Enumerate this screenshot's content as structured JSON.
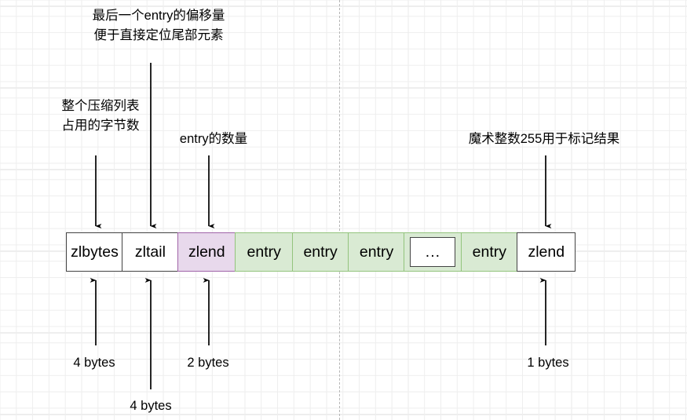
{
  "diagram": {
    "title": "ziplist structure diagram",
    "colors": {
      "entry_fill": "#d9ead3",
      "entry_border": "#93c47d",
      "zlend_fill": "#e8d9ec",
      "zlend_border": "#a064a8",
      "plain_border": "#434343",
      "grid_minor": "#eeeeee",
      "grid_major": "#dddddd",
      "page_break": "#b5b5b5"
    },
    "bar_cells": [
      {
        "label": "zlbytes",
        "style": "plain"
      },
      {
        "label": "zltail",
        "style": "plain"
      },
      {
        "label": "zlend",
        "style": "purple"
      },
      {
        "label": "entry",
        "style": "green"
      },
      {
        "label": "entry",
        "style": "green"
      },
      {
        "label": "entry",
        "style": "green"
      },
      {
        "label": "...",
        "style": "ellipsis"
      },
      {
        "label": "entry",
        "style": "green"
      },
      {
        "label": "zlend",
        "style": "plain"
      }
    ],
    "top_notes": [
      {
        "name": "zltail-note",
        "lines": [
          "最后一个entry的偏移量",
          "便于直接定位尾部元素"
        ]
      },
      {
        "name": "zlbytes-note",
        "lines": [
          "整个压缩列表",
          "占用的字节数"
        ]
      },
      {
        "name": "zlend-count-note",
        "lines": [
          "entry的数量"
        ]
      },
      {
        "name": "magic-number-note",
        "lines": [
          "魔术整数255用于标记结果"
        ]
      }
    ],
    "bottom_notes": [
      {
        "name": "zlbytes-size",
        "lines": [
          "4 bytes"
        ]
      },
      {
        "name": "zlend-size",
        "lines": [
          "2 bytes"
        ]
      },
      {
        "name": "zltail-size",
        "lines": [
          "4 bytes"
        ]
      },
      {
        "name": "end-size",
        "lines": [
          "1 bytes"
        ]
      }
    ]
  }
}
